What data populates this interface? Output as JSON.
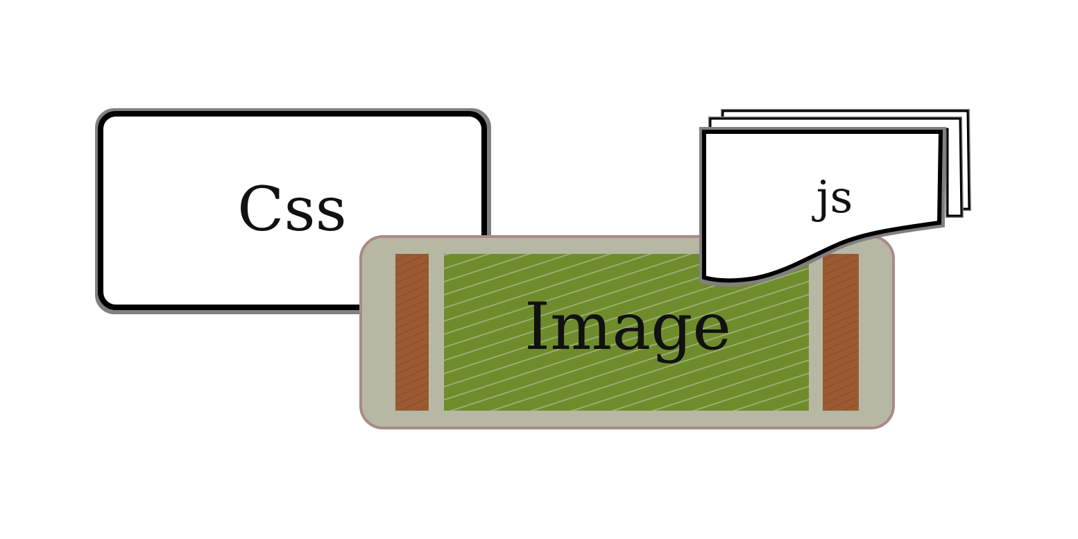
{
  "diagram": {
    "nodes": {
      "css": {
        "label": "Css",
        "shape": "rounded-rectangle",
        "fill": "#ffffff",
        "stroke": "#000000"
      },
      "image": {
        "label": "Image",
        "shape": "image-block",
        "fill": "#b7b8a3",
        "stroke": "#a88a88",
        "panel_fill": "#6f8c2d",
        "stripe_fill": "#9b5a32"
      },
      "js": {
        "label": "js",
        "shape": "stacked-documents",
        "fill": "#ffffff",
        "stroke": "#000000"
      }
    }
  }
}
